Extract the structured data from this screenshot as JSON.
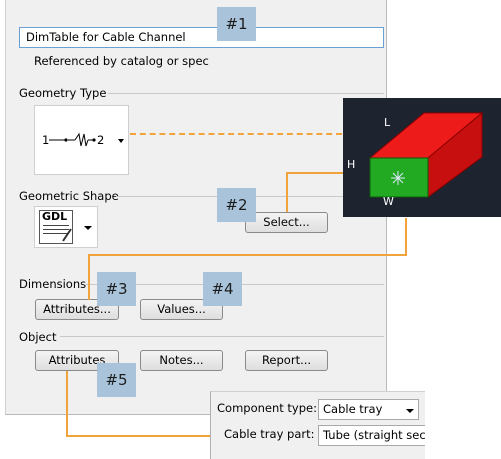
{
  "title_field": {
    "value": "DimTable for Cable Channel"
  },
  "referenced_label": "Referenced by catalog or spec",
  "geometry_type": {
    "heading": "Geometry Type",
    "symbol_left": "1",
    "symbol_right": "2"
  },
  "geometric_shape": {
    "heading": "Geometric Shape",
    "gdl_text": "GDL",
    "select_button": "Select..."
  },
  "dimensions": {
    "heading": "Dimensions",
    "attributes_button": "Attributes...",
    "values_button": "Values..."
  },
  "object": {
    "heading": "Object",
    "attributes_button": "Attributes",
    "notes_button": "Notes...",
    "report_button": "Report..."
  },
  "callouts": [
    "#1",
    "#2",
    "#3",
    "#4",
    "#5"
  ],
  "preview": {
    "label_l": "L",
    "label_h": "H",
    "label_w": "W"
  },
  "component": {
    "type_label": "Component type:",
    "type_value": "Cable tray",
    "part_label": "Cable tray part:",
    "part_value": "Tube (straight secti"
  },
  "colors": {
    "callout": "#a9c4da",
    "connector": "#f2a43c",
    "box_red": "#dd1111",
    "box_green": "#22aa22"
  }
}
